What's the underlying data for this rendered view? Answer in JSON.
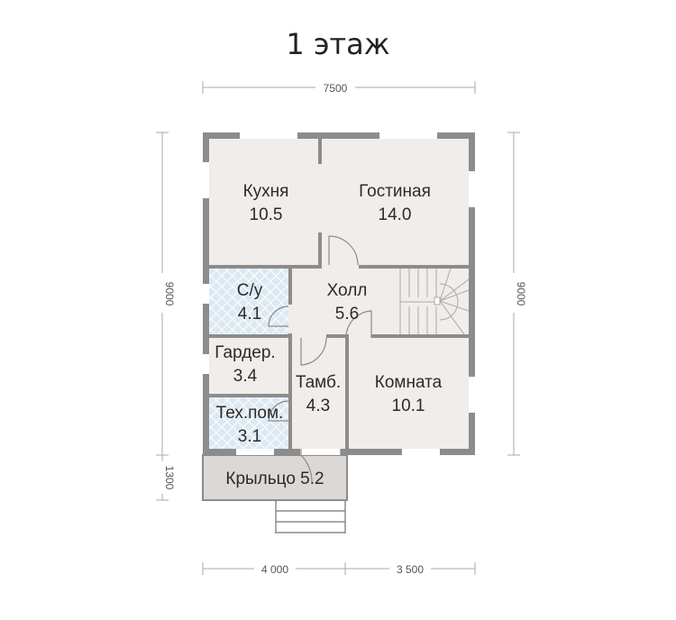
{
  "title": "1 этаж",
  "dimensions": {
    "top": "7500",
    "left": "9000",
    "right": "9000",
    "porch": "1300",
    "bottom_left": "4 000",
    "bottom_right": "3 500"
  },
  "rooms": [
    {
      "name": "Кухня",
      "area": "10.5"
    },
    {
      "name": "Гостиная",
      "area": "14.0"
    },
    {
      "name": "С/у",
      "area": "4.1"
    },
    {
      "name": "Холл",
      "area": "5.6"
    },
    {
      "name": "Гардер.",
      "area": "3.4"
    },
    {
      "name": "Тамб.",
      "area": "4.3"
    },
    {
      "name": "Комната",
      "area": "10.1"
    },
    {
      "name": "Тех.пом.",
      "area": "3.1"
    }
  ],
  "porch": "Крыльцо 5.2",
  "colors": {
    "wall": "#8c8c8c",
    "floor": "#f0edea",
    "wet": "#dde9f2",
    "porch": "#dbd8d5"
  }
}
